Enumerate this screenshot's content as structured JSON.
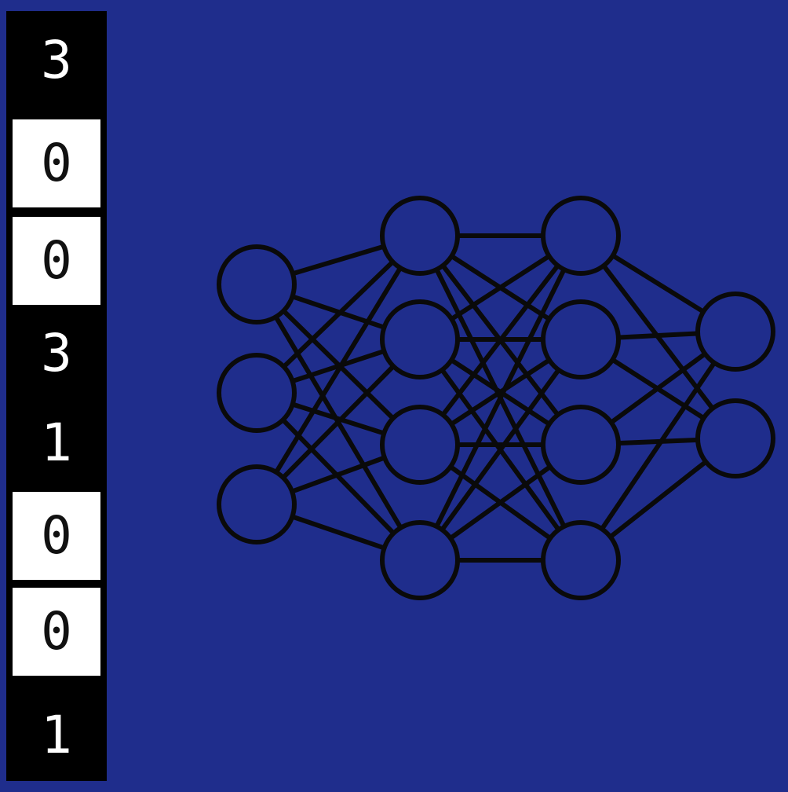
{
  "colors": {
    "background": "#1f2d8c",
    "strip": "#000000",
    "light_cell": "#ffffff",
    "node_stroke": "#0a0a0a"
  },
  "strip": {
    "cells": [
      {
        "value": "3",
        "tone": "dark"
      },
      {
        "value": "0",
        "tone": "light"
      },
      {
        "value": "0",
        "tone": "light"
      },
      {
        "value": "3",
        "tone": "dark"
      },
      {
        "value": "1",
        "tone": "dark"
      },
      {
        "value": "0",
        "tone": "light"
      },
      {
        "value": "0",
        "tone": "light"
      },
      {
        "value": "1",
        "tone": "dark"
      }
    ]
  },
  "network": {
    "layers": [
      3,
      4,
      4,
      2
    ],
    "connectivity": "fully-connected"
  }
}
